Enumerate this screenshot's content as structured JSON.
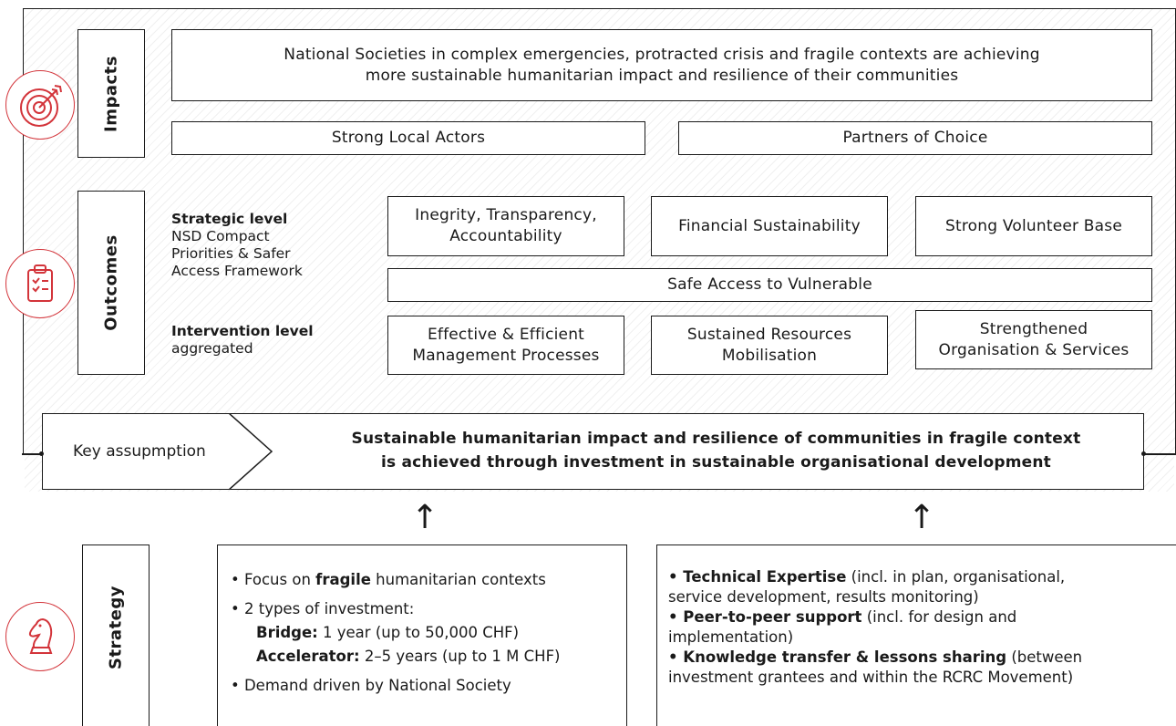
{
  "impacts": {
    "label": "Impacts",
    "main_line1": "National Societies in complex emergencies, protracted crisis and fragile contexts are achieving",
    "main_line2": "more sustainable humanitarian impact and resilience of their communities",
    "left": "Strong Local Actors",
    "right": "Partners of Choice"
  },
  "outcomes": {
    "label": "Outcomes",
    "strategic_heading": "Strategic level",
    "strategic_line1": "NSD Compact",
    "strategic_line2": "Priorities & Safer",
    "strategic_line3": "Access Framework",
    "intervention_heading": "Intervention level",
    "intervention_sub": "aggregated",
    "box1_line1": "Inegrity, Transparency,",
    "box1_line2": "Accountability",
    "box2": "Financial Sustainability",
    "box3": "Strong Volunteer Base",
    "safe_access": "Safe Access to Vulnerable",
    "box4_line1": "Effective & Efficient",
    "box4_line2": "Management Processes",
    "box5_line1": "Sustained Resources",
    "box5_line2": "Mobilisation",
    "box6_line1": "Strengthened",
    "box6_line2": "Organisation & Services"
  },
  "assumption": {
    "label": "Key assupmption",
    "line1": "Sustainable humanitarian impact and resilience of communities in fragile context",
    "line2": "is achieved through investment in sustainable organisational development"
  },
  "arrows": {
    "left": "↑",
    "right": "↑"
  },
  "strategy": {
    "label": "Strategy",
    "b1_pre": "• Focus on ",
    "b1_bold": "fragile",
    "b1_post": " humanitarian contexts",
    "b2": "• 2 types of investment:",
    "b2a_bold": "Bridge:",
    "b2a_rest": " 1 year (up to 50,000 CHF)",
    "b2b_bold": "Accelerator:",
    "b2b_rest": " 2–5 years (up to 1 M CHF)",
    "b3": "• Demand driven by National Society",
    "r1_bold": "• Technical Expertise",
    "r1_rest": " (incl. in plan, organisational,",
    "r1_line2": "service development, results monitoring)",
    "r2_bold": "• Peer-to-peer support",
    "r2_rest": " (incl. for design and",
    "r2_line2": "implementation)",
    "r3_bold": "• Knowledge transfer & lessons sharing",
    "r3_rest": " (between",
    "r3_line2": "investment grantees and within the RCRC Movement)"
  },
  "colors": {
    "accent": "#d3343a",
    "line": "#1a1a1a"
  },
  "icons": [
    "target-icon",
    "clipboard-checklist-icon",
    "chess-knight-icon"
  ]
}
